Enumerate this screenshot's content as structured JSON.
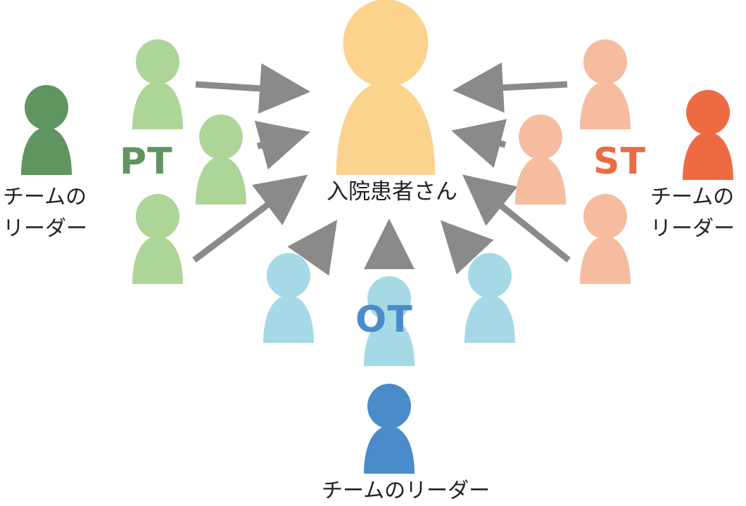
{
  "patient": {
    "label": "入院患者さん",
    "color": "#fbd38d"
  },
  "teams": {
    "pt": {
      "name": "PT",
      "color": "#5e9560",
      "member_color": "#acd597",
      "leader_color": "#5e9560"
    },
    "ot": {
      "name": "OT",
      "color": "#4a8cca",
      "member_color": "#a5d9e6",
      "leader_color": "#4a8cca"
    },
    "st": {
      "name": "ST",
      "color": "#ed6a43",
      "member_color": "#f6bc9f",
      "leader_color": "#ed6a43"
    }
  },
  "leaders": {
    "pt_line1": "チーム",
    "pt_line1_suffix": "の",
    "pt_line2": "リーダー",
    "st_line1": "チームの",
    "st_line2": "リーダー",
    "ot_line": "チームのリーダー"
  },
  "arrow_color": "#8a8a8a",
  "icons": [
    "person-icon",
    "arrow-icon"
  ]
}
